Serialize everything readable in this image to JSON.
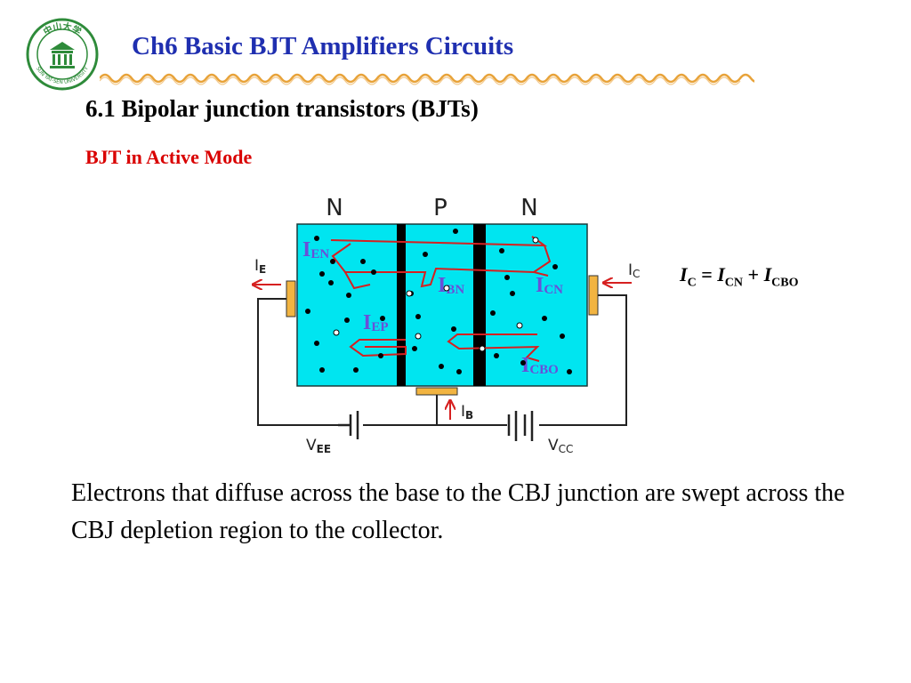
{
  "header": {
    "title": "Ch6 Basic BJT Amplifiers Circuits",
    "logo": {
      "name": "sun-yat-sen-university-seal",
      "chinese_text": "中山大学",
      "english_text": "SUN YAT-SEN UNIVERSITY",
      "color": "#2e8b3a"
    },
    "divider_color": "#e8a33a"
  },
  "section_title": "6.1 Bipolar junction transistors (BJTs)",
  "subsection_title": "BJT in Active Mode",
  "diagram": {
    "regions": [
      {
        "label": "N"
      },
      {
        "label": "P"
      },
      {
        "label": "N"
      }
    ],
    "currents": {
      "ien": {
        "main": "I",
        "sub": "EN"
      },
      "ibn": {
        "main": "I",
        "sub": "BN"
      },
      "icn": {
        "main": "I",
        "sub": "CN"
      },
      "iep": {
        "main": "I",
        "sub": "EP"
      },
      "icbo": {
        "main": "I",
        "sub": "CBO"
      }
    },
    "terminals": {
      "ie": {
        "main": "I",
        "sub": "E"
      },
      "ic": {
        "main": "I",
        "sub": "C"
      },
      "ib": {
        "main": "I",
        "sub": "B"
      },
      "vee": {
        "main": "V",
        "sub": "EE"
      },
      "vcc": {
        "main": "V",
        "sub": "CC"
      }
    },
    "colors": {
      "semiconductor": "#00e5f0",
      "junction_bar": "#000000",
      "arrow": "#d62020",
      "current_label": "#6a4fd8",
      "contact": "#f2b441"
    }
  },
  "formula": {
    "lhs": {
      "main": "I",
      "sub": "C"
    },
    "equals": "=",
    "term1": {
      "main": "I",
      "sub": "CN"
    },
    "plus": "+",
    "term2": {
      "main": "I",
      "sub": "CBO"
    }
  },
  "body_text": "Electrons that diffuse across the base to the CBJ junction are swept across the CBJ depletion region to the collector."
}
